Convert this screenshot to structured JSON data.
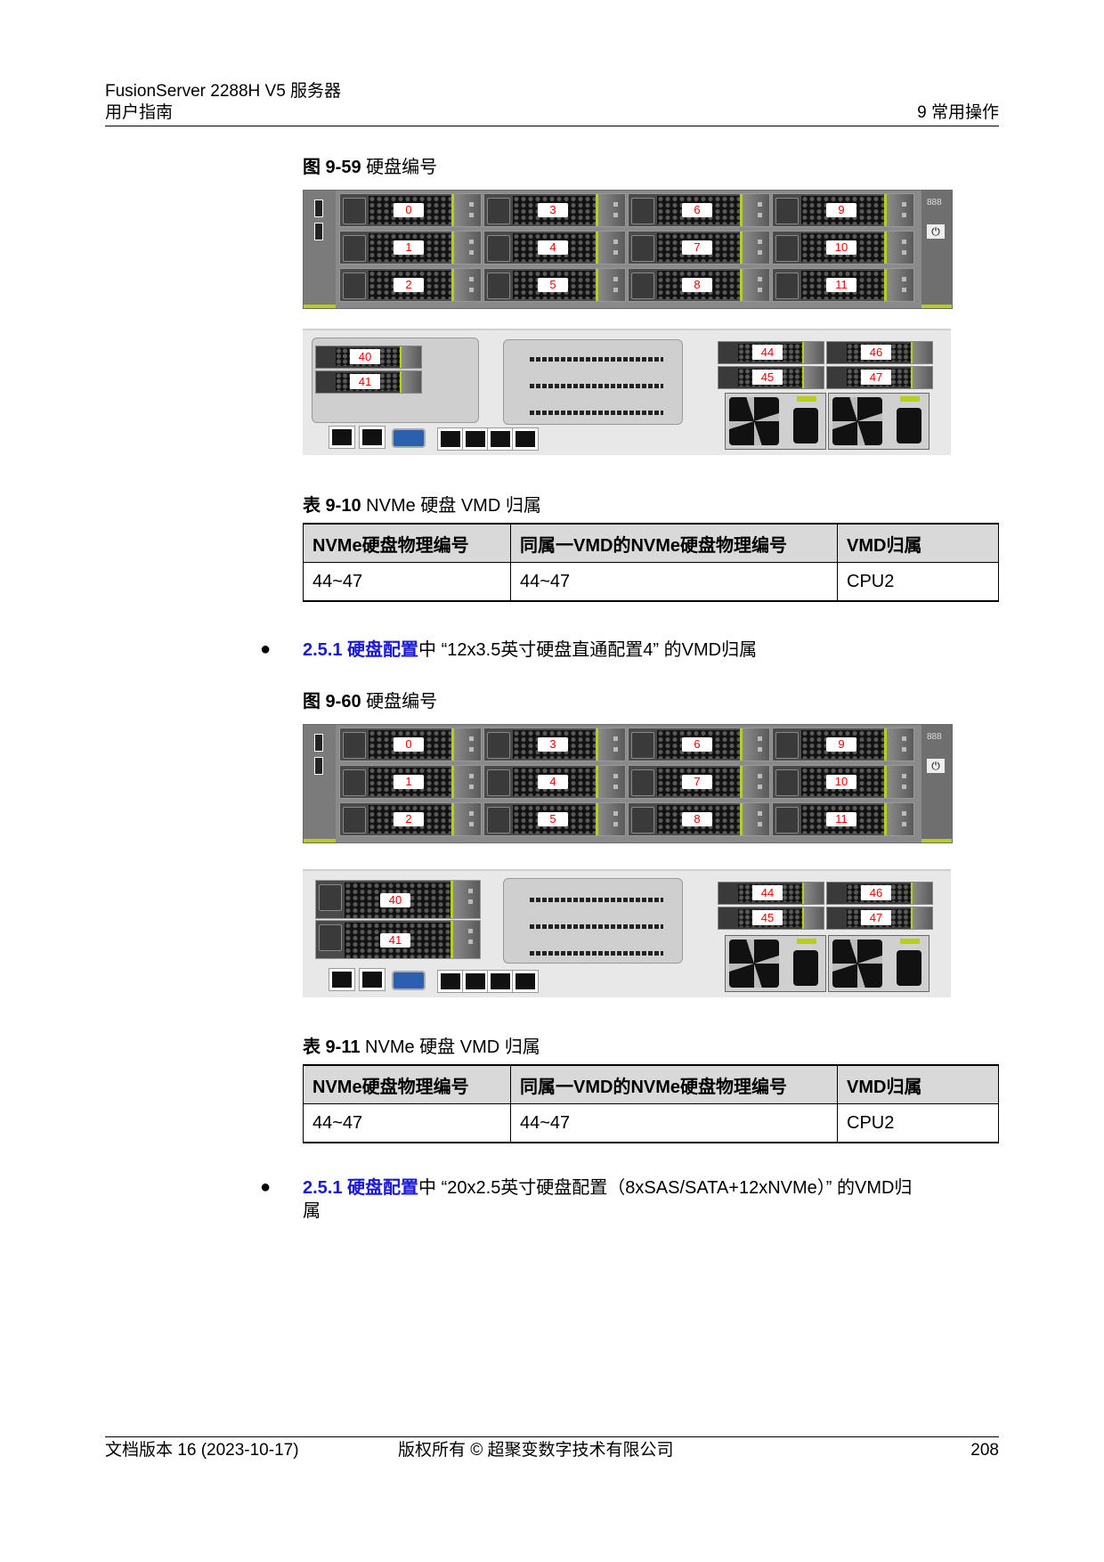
{
  "header": {
    "product": "FusionServer 2288H V5 服务器",
    "doc_type": "用户指南",
    "chapter": "9 常用操作"
  },
  "figure_59": {
    "number": "图 9-59",
    "title": "硬盘编号",
    "front_slots": [
      [
        "0",
        "1",
        "2"
      ],
      [
        "3",
        "4",
        "5"
      ],
      [
        "6",
        "7",
        "8"
      ],
      [
        "9",
        "10",
        "11"
      ]
    ],
    "rear_left_slots": [
      "40",
      "41"
    ],
    "rear_right_slots": [
      [
        "44",
        "45"
      ],
      [
        "46",
        "47"
      ]
    ]
  },
  "table_10": {
    "number": "表 9-10",
    "title": "NVMe 硬盘 VMD 归属",
    "columns": [
      "NVMe硬盘物理编号",
      "同属一VMD的NVMe硬盘物理编号",
      "VMD归属"
    ],
    "rows": [
      [
        "44~47",
        "44~47",
        "CPU2"
      ]
    ]
  },
  "bullet_1": {
    "link": "2.5.1 硬盘配置",
    "text": "中 “12x3.5英寸硬盘直通配置4” 的VMD归属"
  },
  "figure_60": {
    "number": "图 9-60",
    "title": "硬盘编号",
    "front_slots": [
      [
        "0",
        "1",
        "2"
      ],
      [
        "3",
        "4",
        "5"
      ],
      [
        "6",
        "7",
        "8"
      ],
      [
        "9",
        "10",
        "11"
      ]
    ],
    "rear_left_slots": [
      "40",
      "41"
    ],
    "rear_right_slots": [
      [
        "44",
        "45"
      ],
      [
        "46",
        "47"
      ]
    ]
  },
  "table_11": {
    "number": "表 9-11",
    "title": "NVMe 硬盘 VMD 归属",
    "columns": [
      "NVMe硬盘物理编号",
      "同属一VMD的NVMe硬盘物理编号",
      "VMD归属"
    ],
    "rows": [
      [
        "44~47",
        "44~47",
        "CPU2"
      ]
    ]
  },
  "bullet_2": {
    "link": "2.5.1 硬盘配置",
    "text": "中 “20x2.5英寸硬盘配置（8xSAS/SATA+12xNVMe）” 的VMD归",
    "text_cont": "属"
  },
  "footer": {
    "version": "文档版本 16 (2023-10-17)",
    "copyright": "版权所有 © 超聚变数字技术有限公司",
    "page": "208"
  },
  "colors": {
    "link": "#1a1ad6",
    "label_text": "#e00000",
    "table_header_bg": "#d9d9d9",
    "accent_strip": "#b7cf1a"
  }
}
